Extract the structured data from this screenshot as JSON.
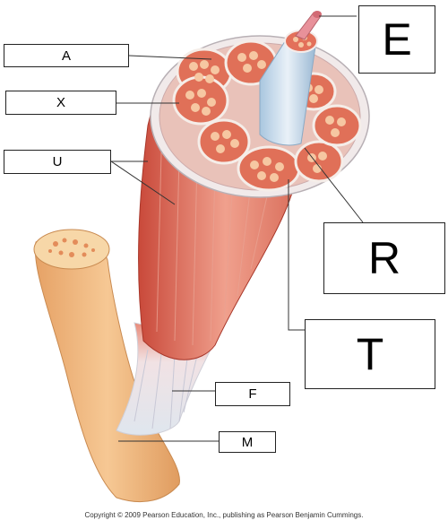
{
  "labels": {
    "A": "A",
    "X": "X",
    "U": "U",
    "E": "E",
    "R": "R",
    "T": "T",
    "F": "F",
    "M": "M"
  },
  "footer": {
    "copyright": "Copyright © 2009 Pearson Education, Inc., publishing as Pearson Benjamin Cummings."
  },
  "colors": {
    "muscle": "#d9634f",
    "muscle_dark": "#b33a2b",
    "fiber": "#f3c7a6",
    "tendon": "#e9e7ee",
    "bone": "#f0b77b",
    "nerve": "#e89aa0"
  }
}
